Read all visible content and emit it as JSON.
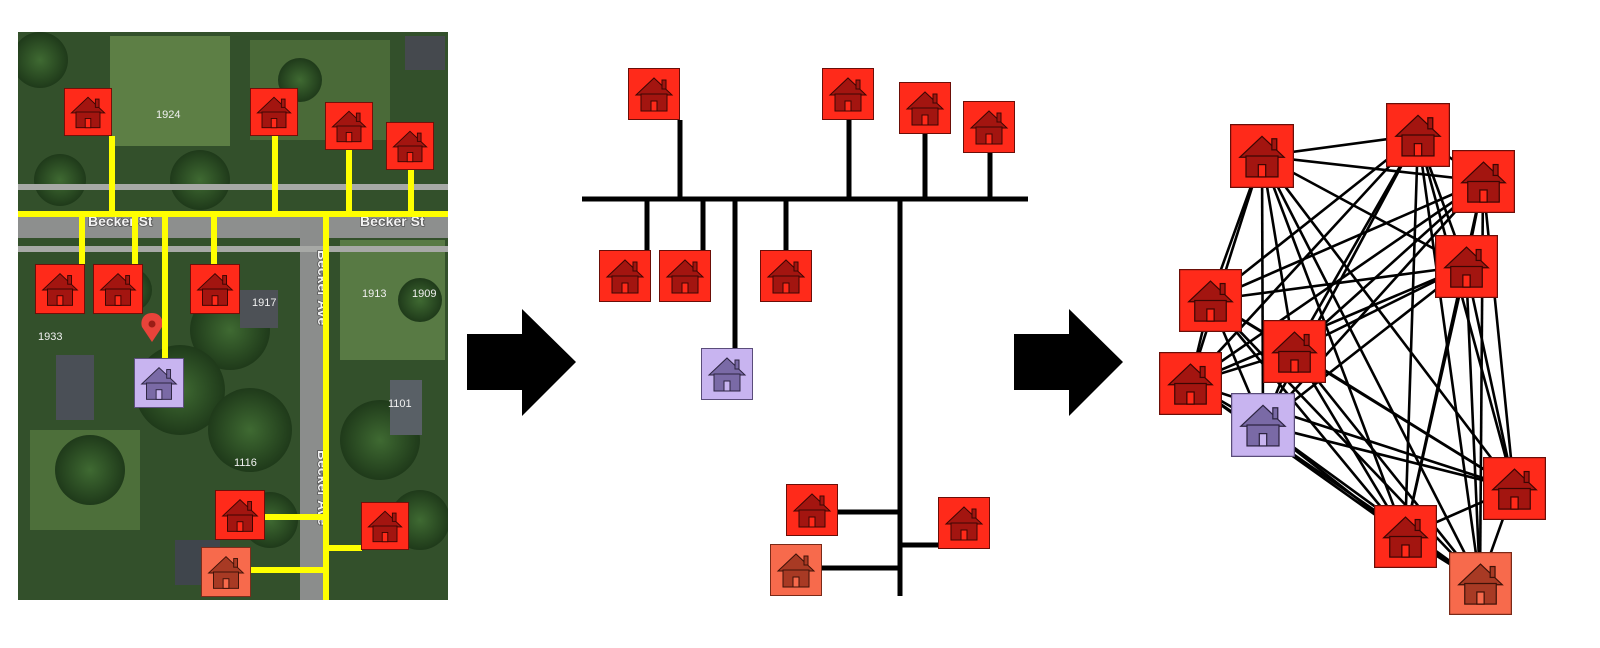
{
  "map_panel": {
    "street_labels": [
      "Becker St",
      "Becker St",
      "Becker Ave",
      "Becker Ave"
    ],
    "lot_numbers": [
      "1924",
      "1917",
      "1913",
      "1909",
      "1933",
      "1101",
      "1116"
    ],
    "colors": {
      "road_line": "#ffff00",
      "map_pin": "#e8433a"
    }
  },
  "house_icons": {
    "red": {
      "fill": "#ff2a1a",
      "house": "#a31510"
    },
    "purple": {
      "fill": "#c8b4f0",
      "house": "#7a6aa6"
    },
    "orange": {
      "fill": "#f76a4c",
      "house": "#a83a24"
    }
  },
  "arrows": [
    "right-arrow",
    "right-arrow"
  ],
  "connection_color": "#000000"
}
